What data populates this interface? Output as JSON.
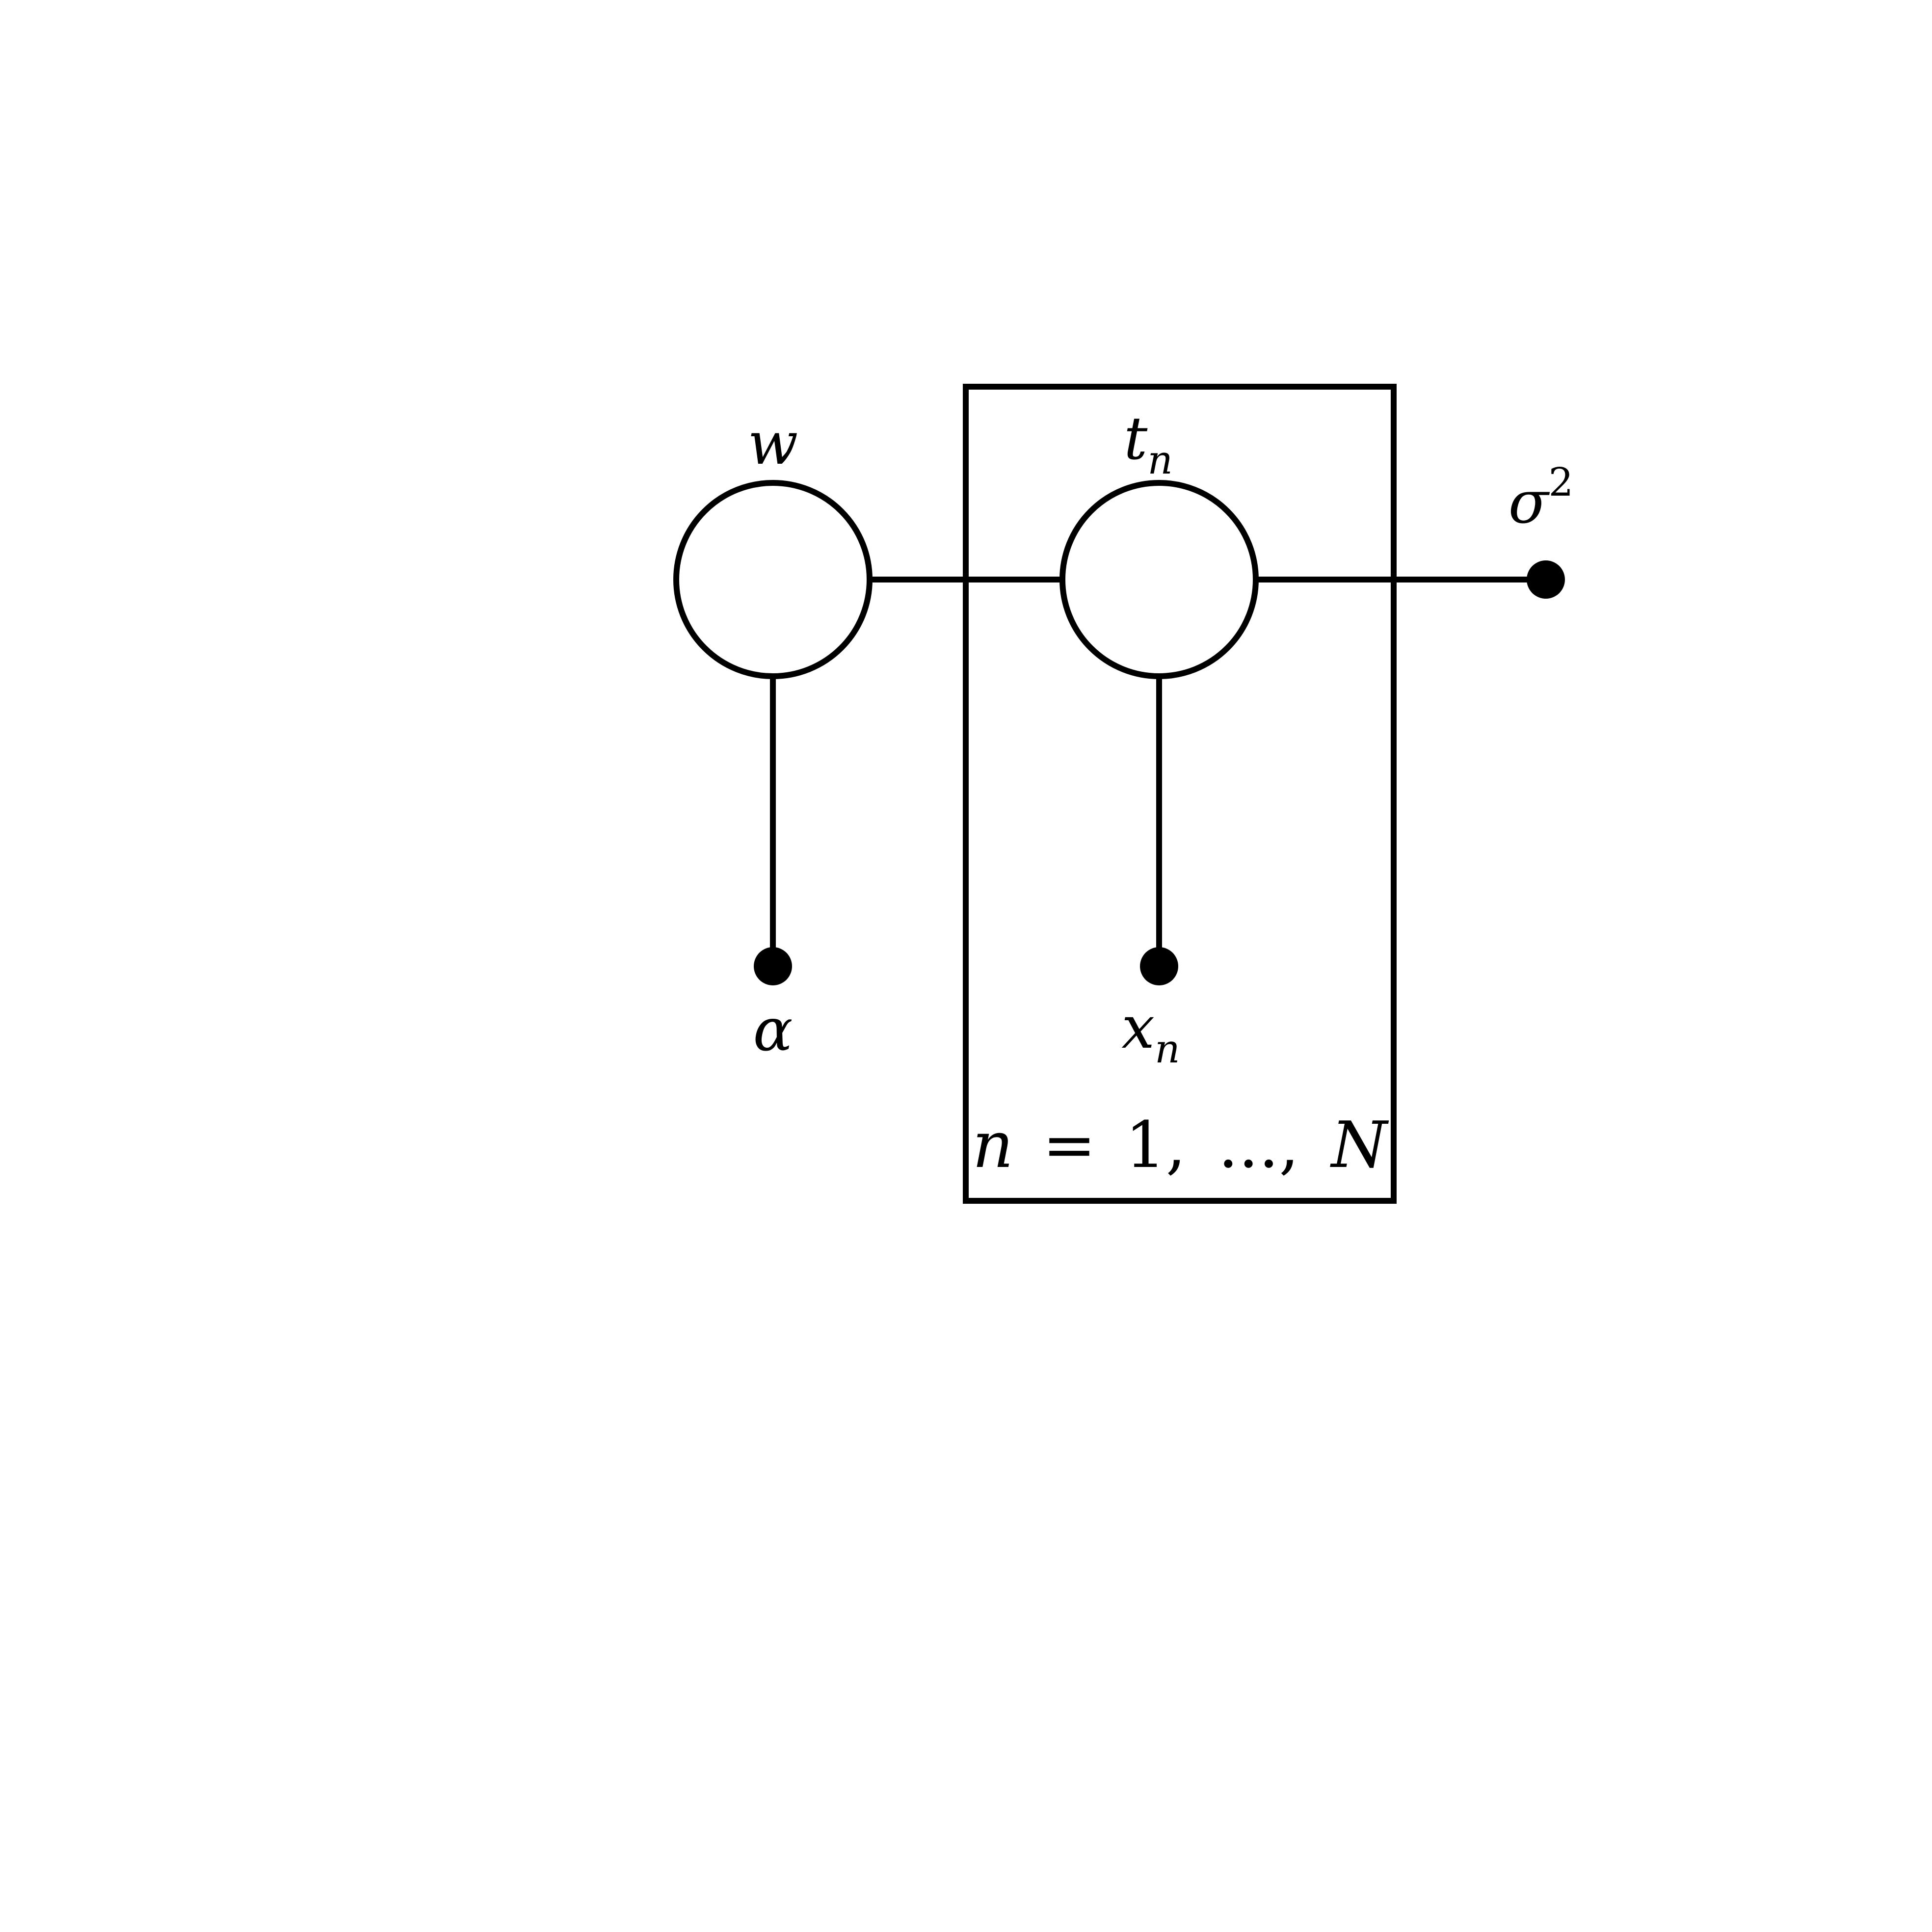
{
  "diagram": {
    "type": "graphical-model",
    "colors": {
      "stroke": "#000000",
      "background": "#ffffff"
    },
    "nodes": {
      "w": {
        "kind": "latent",
        "label": "w"
      },
      "t_n": {
        "kind": "latent",
        "label": "t",
        "subscript": "n"
      },
      "alpha": {
        "kind": "deterministic",
        "label": "α"
      },
      "x_n": {
        "kind": "deterministic",
        "label": "x",
        "subscript": "n"
      },
      "sigma2": {
        "kind": "deterministic",
        "label": "σ",
        "superscript": "2"
      }
    },
    "edges": [
      {
        "from": "alpha",
        "to": "w"
      },
      {
        "from": "w",
        "to": "t_n"
      },
      {
        "from": "x_n",
        "to": "t_n"
      },
      {
        "from": "sigma2",
        "to": "t_n"
      }
    ],
    "plate": {
      "label": "n = 1, ..., N",
      "label_parts": {
        "var": "n",
        "eq": "=",
        "start": "1,",
        "dots": "...,",
        "end": "N"
      },
      "contains": [
        "t_n",
        "x_n"
      ]
    }
  }
}
